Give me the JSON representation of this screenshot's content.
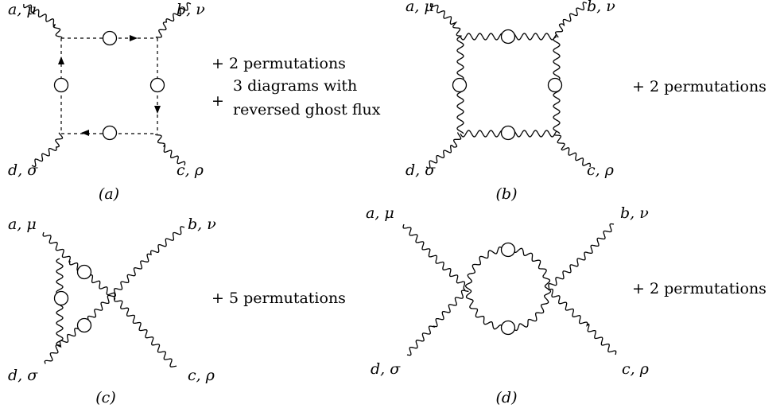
{
  "diagrams": {
    "a": {
      "caption": "(a)",
      "labels": {
        "tl": "a, μ",
        "tr": "b, ν",
        "bl": "d, σ",
        "br": "c, ρ"
      },
      "note_line1": "+ 2 permutations",
      "note_line2": "+",
      "note_line3": "3 diagrams with",
      "note_line4": "reversed ghost flux"
    },
    "b": {
      "caption": "(b)",
      "labels": {
        "tl": "a, μ",
        "tr": "b, ν",
        "bl": "d, σ",
        "br": "c, ρ"
      },
      "note": "+ 2 permutations"
    },
    "c": {
      "caption": "(c)",
      "labels": {
        "tl": "a, μ",
        "tr": "b, ν",
        "bl": "d, σ",
        "br": "c, ρ"
      },
      "note": "+ 5 permutations"
    },
    "d": {
      "caption": "(d)",
      "labels": {
        "tl": "a, μ",
        "tr": "b, ν",
        "bl": "d, σ",
        "br": "c, ρ"
      },
      "note": "+ 2 permutations"
    }
  }
}
